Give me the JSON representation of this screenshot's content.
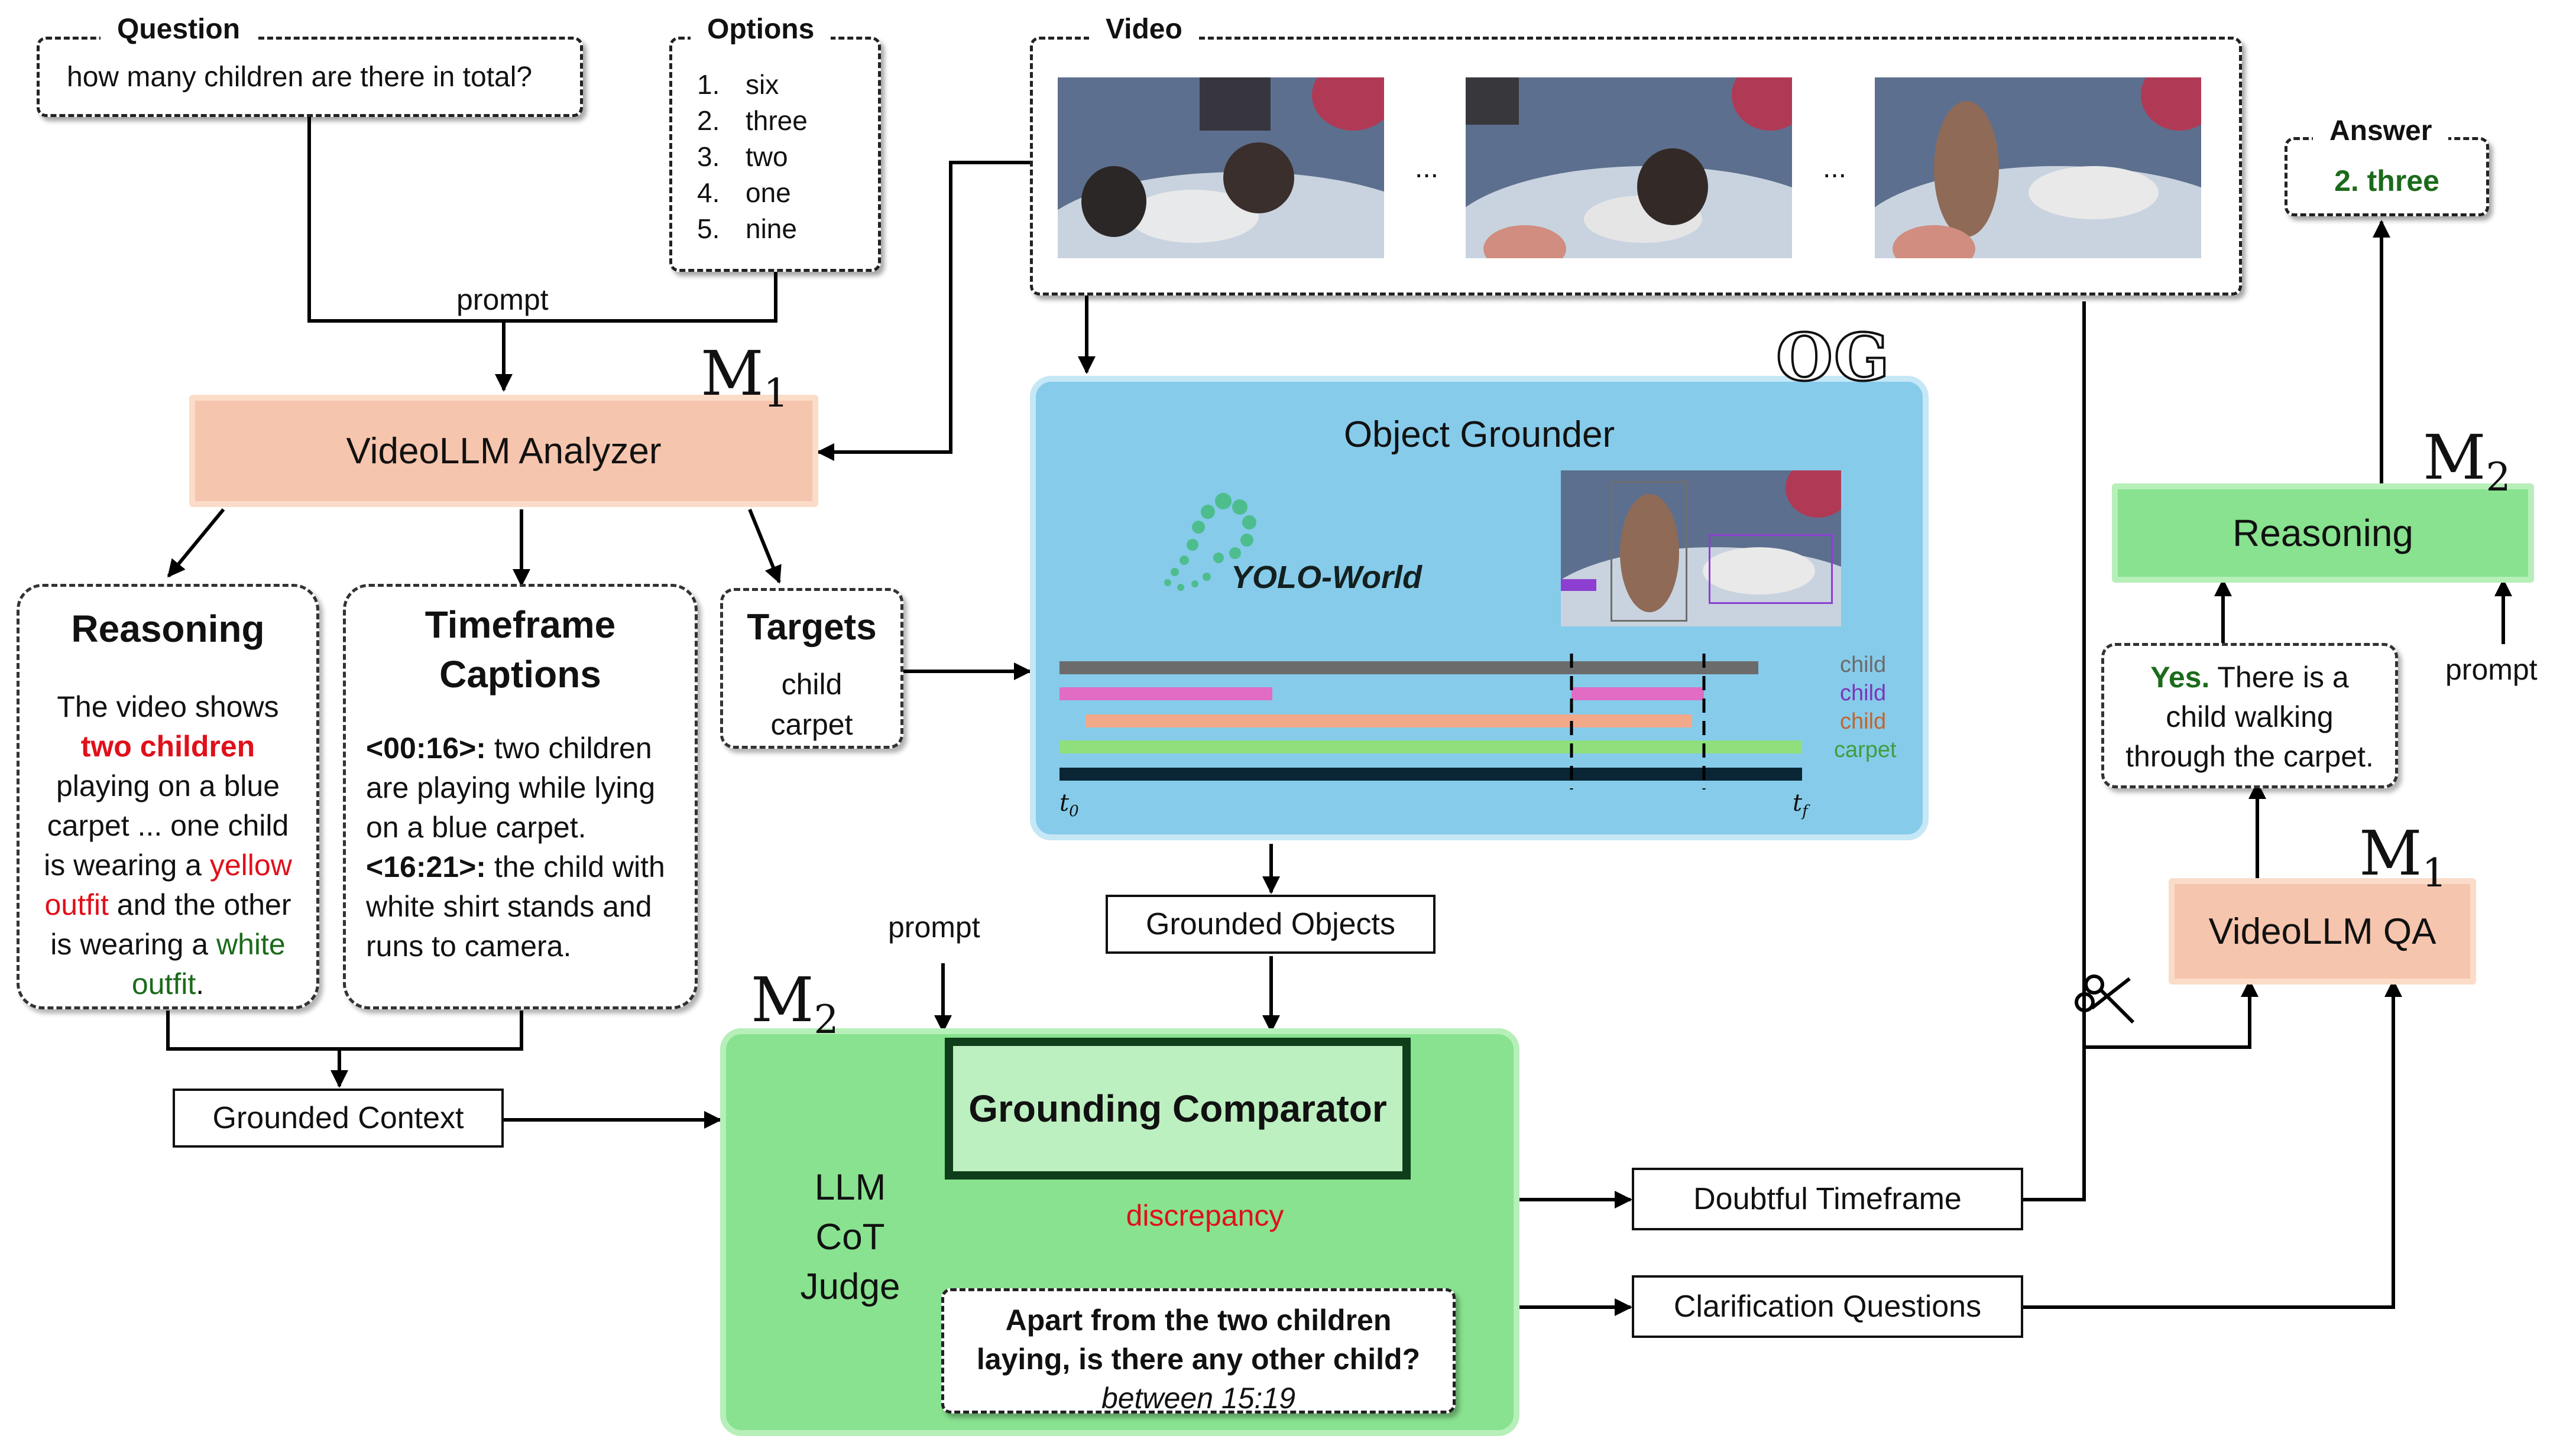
{
  "question": {
    "title": "Question",
    "text": "how many children are there in total?"
  },
  "options": {
    "title": "Options",
    "items": [
      {
        "num": "1.",
        "text": "six"
      },
      {
        "num": "2.",
        "text": "three"
      },
      {
        "num": "3.",
        "text": "two"
      },
      {
        "num": "4.",
        "text": "one"
      },
      {
        "num": "5.",
        "text": "nine"
      }
    ]
  },
  "video": {
    "title": "Video",
    "ellipsis": "..."
  },
  "answer": {
    "title": "Answer",
    "text": "2. three"
  },
  "prompt_label": "prompt",
  "analyzer": {
    "label": "VideoLLM Analyzer",
    "model": "M",
    "model_sub": "1"
  },
  "reasoning_box": {
    "title": "Reasoning",
    "t1": "The video shows",
    "t2": "two children",
    "t3": "playing on a blue",
    "t4": "carpet ... one child",
    "t5": "is wearing a ",
    "t5b": "yellow",
    "t6": "outfit",
    "t6b": " and the other",
    "t7": "is wearing a ",
    "t7b": "white",
    "t8": "outfit",
    "t8b": "."
  },
  "captions_box": {
    "title1": "Timeframe",
    "title2": "Captions",
    "ts1": "<00:16>:",
    "c1a": " two children",
    "c1b": "are playing while lying",
    "c1c": "on a blue carpet.",
    "ts2": "<16:21>:",
    "c2a": " the child with",
    "c2b": "white shirt stands and",
    "c2c": "runs to camera."
  },
  "targets_box": {
    "title": "Targets",
    "items": [
      "child",
      "carpet"
    ]
  },
  "grounder": {
    "label": "Object Grounder",
    "model": "OG",
    "logo": "YOLO-World",
    "tracks": [
      {
        "label": "child",
        "color": "#6b6b6b"
      },
      {
        "label": "child",
        "color": "#7a36b8"
      },
      {
        "label": "child",
        "color": "#c0652e"
      },
      {
        "label": "carpet",
        "color": "#3f9d3f"
      }
    ],
    "t0": "t",
    "t0_sub": "0",
    "tf": "t",
    "tf_sub": "f"
  },
  "grounded_objects": "Grounded Objects",
  "grounded_context": "Grounded Context",
  "judge": {
    "model": "M",
    "model_sub": "2",
    "label1": "LLM",
    "label2": "CoT",
    "label3": "Judge",
    "comparator": "Grounding Comparator",
    "discrepancy": "discrepancy",
    "q1": "Apart from the two children",
    "q2": "laying, is there any other child?",
    "q3": "between 15:19"
  },
  "doubtful": "Doubtful Timeframe",
  "clarification": "Clarification Questions",
  "qa": {
    "label": "VideoLLM QA",
    "model": "M",
    "model_sub": "1"
  },
  "qa_answer": {
    "a1": "Yes.",
    "a1b": " There is a",
    "a2": "child walking",
    "a3": "through the carpet."
  },
  "reasoning_final": {
    "label": "Reasoning",
    "model": "M",
    "model_sub": "2"
  },
  "colors": {
    "analyzer_fill": "#f6c5ad",
    "green_fill": "#88e28f",
    "grounder_fill": "#86cbea",
    "discrepancy": "#e0101a",
    "answer_green": "#1b6b1b"
  }
}
